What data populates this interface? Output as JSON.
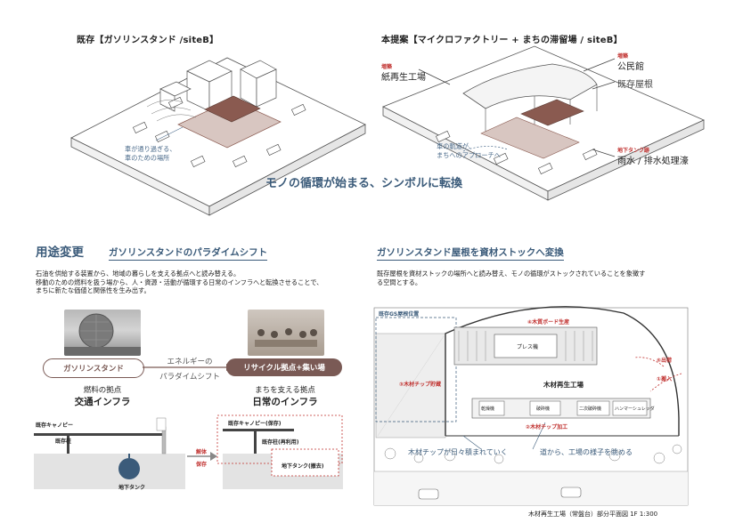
{
  "top_left": {
    "title": "既存【ガソリンスタンド /siteB】",
    "note_line1": "車が通り過ぎる、",
    "note_line2": "車のための場所"
  },
  "top_right": {
    "title": "本提案【マイクロファクトリー + まちの滞留場 / siteB】",
    "tag_extension_1": "増築",
    "label_paper": "紙再生工場",
    "tag_extension_2": "増築",
    "label_hall": "公民館",
    "label_roof": "既存屋根",
    "note_line1": "車の軌道が、",
    "note_line2": "まちへのアプローチへ",
    "tag_tank": "地下タンク跡",
    "label_rain": "雨水 / 排水処理濠"
  },
  "slogan": "モノの循環が始まる、シンボルに転換",
  "use_change": {
    "heading": "用途変更",
    "subheading": "ガソリンスタンドのパラダイムシフト",
    "desc_line1": "石油を供給する装置から、地域の暮らしを支える拠点へと読み替える。",
    "desc_line2": "移動のための燃料を扱う場から、人・資源・活動が循環する日常のインフラへと転換させることで、",
    "desc_line3": "まちに新たな価値と関係性を生み出す。",
    "left_pill": "ガソリンスタンド",
    "arrow_line1": "エネルギーの",
    "arrow_line2": "パラダイムシフト",
    "right_pill": "リサイクル拠点+集い場",
    "left_cap_small": "燃料の拠点",
    "left_cap_big": "交通インフラ",
    "right_cap_small": "まちを支える拠点",
    "right_cap_big": "日常のインフラ",
    "sec_canopy": "既存キャノピー",
    "sec_pillar": "既存柱",
    "sec_tank": "地下タンク",
    "act_dismantle": "解体",
    "act_keep": "保存",
    "sec_canopy_keep": "既存キャノピー(保存)",
    "sec_pillar_reuse": "既存柱(再利用)",
    "sec_tank_remove": "地下タンク(撤去)"
  },
  "roof_stock": {
    "heading": "ガソリンスタンド屋根を資材ストックへ変換",
    "desc_line1": "既存屋根を資材ストックの場所へと読み替え、モノの循環がストックされていることを象徴す",
    "desc_line2": "る空間とする。",
    "plan_gs_pos": "既存GS屋根位置",
    "plan_board": "④木質ボード生産",
    "plan_press": "プレス機",
    "plan_exit": "⑤出荷",
    "plan_in": "①搬入",
    "plan_chip_store": "③木材チップ貯蔵",
    "plan_factory": "木材再生工場",
    "plan_chip_process": "②木材チップ加工",
    "plan_dryer": "乾燥機",
    "plan_crusher": "破砕機",
    "plan_secondary": "二次破砕機",
    "plan_hammer": "ハンマーシュレッダ",
    "plan_note1": "木材チップが日々積まれていく",
    "plan_note2": "道から、工場の様子を眺める",
    "plan_caption": "木材再生工場（常盤台）部分平面図 1F 1:300"
  },
  "colors": {
    "accent_blue": "#3b5b7a",
    "accent_red": "#c0302e",
    "roof_brown": "#8a5a50",
    "pill_dark": "#7a5a55"
  }
}
